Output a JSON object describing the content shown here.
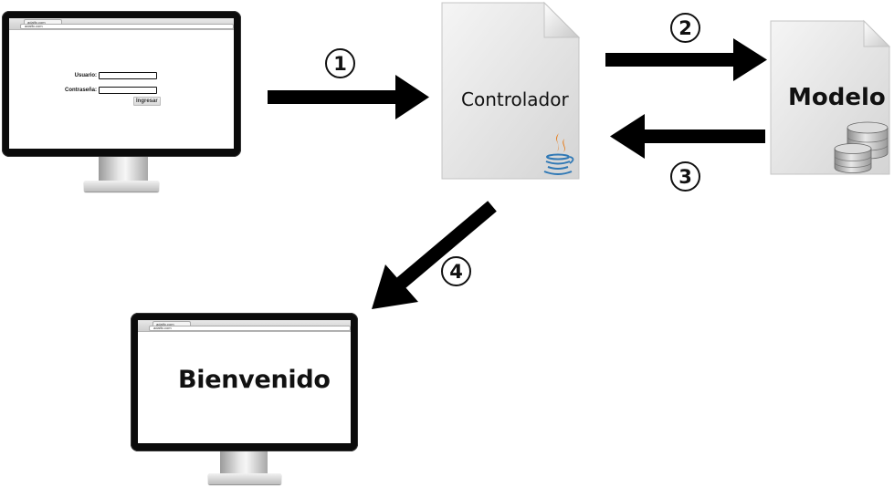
{
  "login_screen": {
    "tab_title": "adalfo.com",
    "url": "adalfo.com",
    "username_label": "Usuario:",
    "password_label": "Contraseña:",
    "submit_label": "Ingresar"
  },
  "welcome_screen": {
    "tab_title": "adalfo.com",
    "url": "adalfo.com",
    "message": "Bienvenido"
  },
  "controller": {
    "label": "Controlador",
    "icon": "java-cup-icon"
  },
  "model": {
    "label": "Modelo",
    "icon": "database-icon"
  },
  "steps": [
    "1",
    "2",
    "3",
    "4"
  ],
  "colors": {
    "arrow": "#000000",
    "java_red": "#e76f00",
    "java_blue": "#2f78b5"
  }
}
